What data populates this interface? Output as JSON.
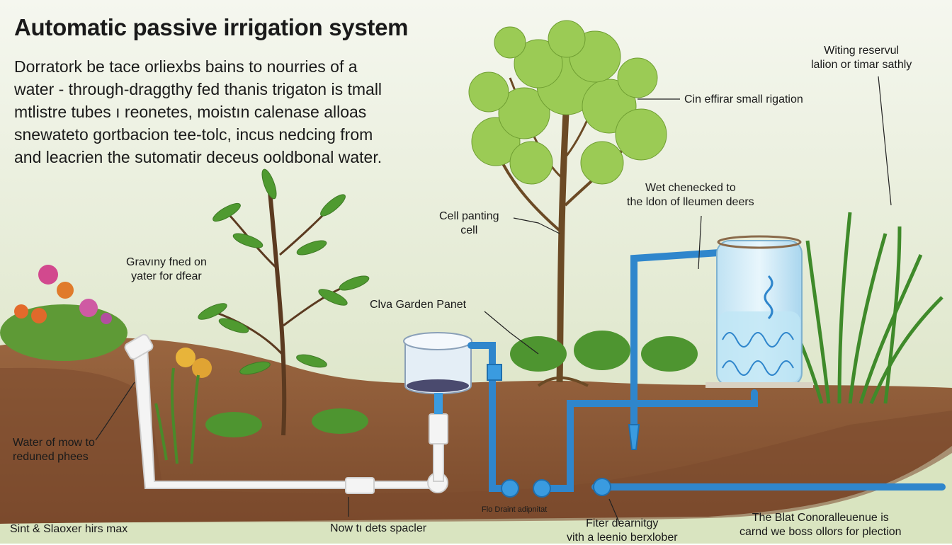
{
  "title": "Automatic passive irrigation system",
  "intro_lines": [
    "Dorratork be tace orliexbs bains to nourries of a",
    "water - through-draggthy fed thanis trigaton is tmall",
    "mtlistre tubes ı reonetes, moistın calenase alloas",
    "snewateto gortbacion tee-tolc, incus nedcing from",
    "and leacrien the sutomatir deceus ooldbonal water."
  ],
  "labels": {
    "reservoir_top": [
      "Witing reservul",
      "lalion or timar sathly"
    ],
    "efficient": "Cin effirar small rigation",
    "wet_checked": [
      "Wet chenecked to",
      "the ldon of lleumen deers"
    ],
    "cell_planting": [
      "Cell panting",
      "cell"
    ],
    "gravity": [
      "Gravıny fned on",
      "yater for dfear"
    ],
    "garden_panel": "Clva Garden Panet",
    "water_flow": [
      "Water of mow to",
      "reduned phees"
    ],
    "bottom_left": "Sint & Slaoxer hirs max",
    "spacer": "Now tı dets spacler",
    "drain_tiny": "Flo Draint adipnitat",
    "filter": [
      "Fiter dearnitgy",
      "vith a leenio berxlober"
    ],
    "best": [
      "The Blat Conoralleuenue is",
      "carnd we boss ollors for plection"
    ]
  },
  "colors": {
    "sky_top": "#f4f6ee",
    "sky_bottom": "#d9e3c2",
    "soil": "#8a5838",
    "soil_dark": "#5a3420",
    "pipe_blue": "#3a9be0",
    "pipe_white": "#f2f2f2",
    "leaf": "#8ec24a",
    "trunk": "#6b4a25"
  }
}
